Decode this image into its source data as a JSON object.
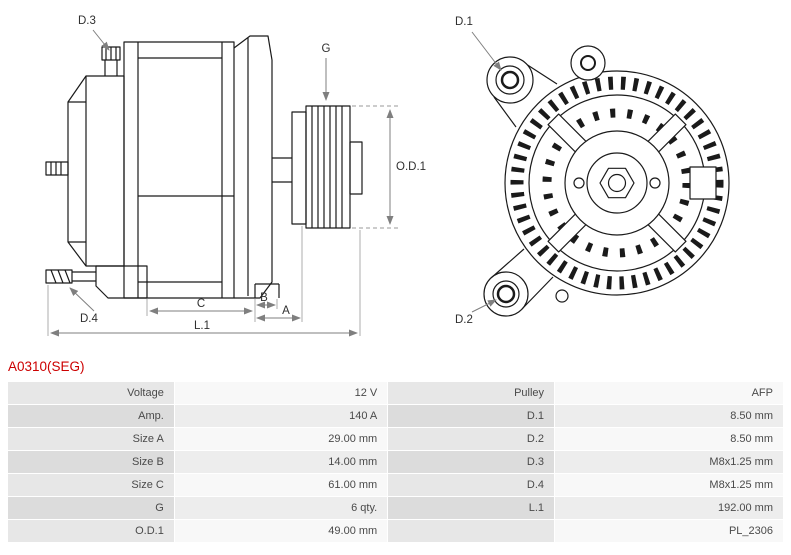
{
  "part_number": "A0310(SEG)",
  "colors": {
    "part_number_red": "#cc0000",
    "drawing_line": "#1a1a1a",
    "dimension_line": "#7f7f7f",
    "table_text": "#4a4a4a"
  },
  "diagram": {
    "labels": {
      "d1": "D.1",
      "d2": "D.2",
      "d3": "D.3",
      "d4": "D.4",
      "g": "G",
      "od1": "O.D.1",
      "a": "A",
      "b": "B",
      "c": "C",
      "l1": "L.1"
    }
  },
  "table": {
    "rows": [
      {
        "label_left": "Voltage",
        "value_left": "12 V",
        "label_right": "Pulley",
        "value_right": "AFP"
      },
      {
        "label_left": "Amp.",
        "value_left": "140 A",
        "label_right": "D.1",
        "value_right": "8.50 mm"
      },
      {
        "label_left": "Size A",
        "value_left": "29.00 mm",
        "label_right": "D.2",
        "value_right": "8.50 mm"
      },
      {
        "label_left": "Size B",
        "value_left": "14.00 mm",
        "label_right": "D.3",
        "value_right": "M8x1.25 mm"
      },
      {
        "label_left": "Size C",
        "value_left": "61.00 mm",
        "label_right": "D.4",
        "value_right": "M8x1.25 mm"
      },
      {
        "label_left": "G",
        "value_left": "6 qty.",
        "label_right": "L.1",
        "value_right": "192.00 mm"
      },
      {
        "label_left": "O.D.1",
        "value_left": "49.00 mm",
        "label_right": "",
        "value_right": "PL_2306"
      }
    ]
  }
}
